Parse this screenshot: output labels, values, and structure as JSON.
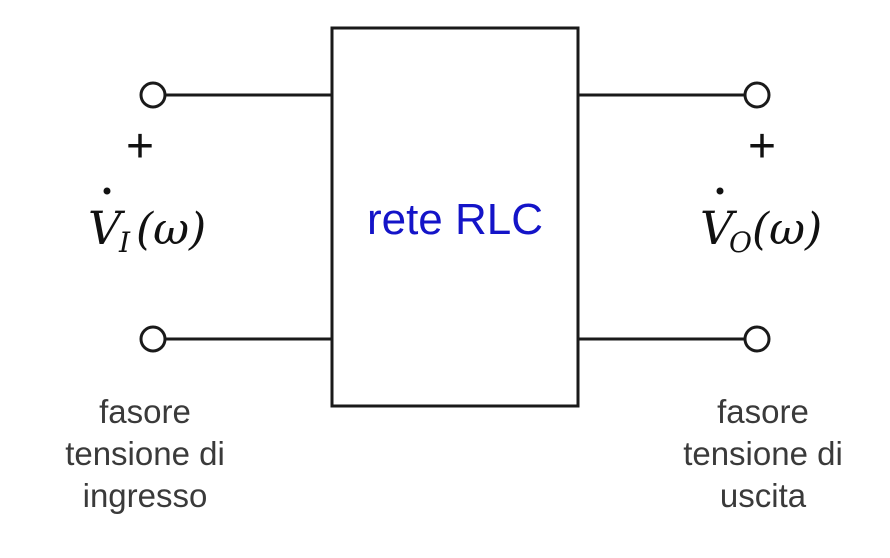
{
  "block": {
    "label": "rete RLC",
    "label_color": "#1414c8"
  },
  "input": {
    "sign": "+",
    "phasor": {
      "symbol": "V",
      "subscript": "I",
      "argument": "(ω)"
    },
    "caption": [
      "fasore",
      "tensione di",
      "ingresso"
    ]
  },
  "output": {
    "sign": "+",
    "phasor": {
      "symbol": "V",
      "subscript": "O",
      "argument": "(ω)"
    },
    "caption": [
      "fasore",
      "tensione di",
      "uscita"
    ]
  },
  "colors": {
    "wire": "#1a1a1a",
    "text": "#3a3a3a",
    "math": "#111111"
  }
}
